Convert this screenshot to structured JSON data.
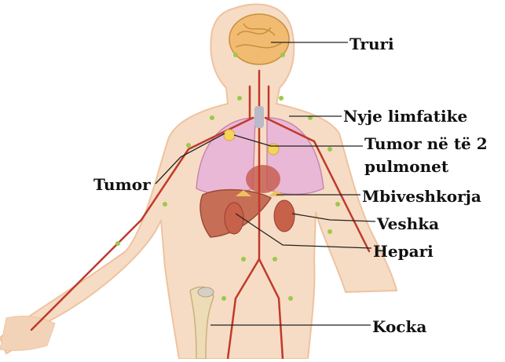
{
  "labels": {
    "brain": "Truri",
    "lymph_node": "Nyje limfatike",
    "lung_tumor_line1": "Tumor në të 2",
    "lung_tumor_line2": "pulmonet",
    "tumor": "Tumor",
    "adrenal": "Mbiveshkorja",
    "kidney": "Veshka",
    "liver": "Hepari",
    "bone": "Kocka"
  },
  "colors": {
    "skin": "#f6dcc4",
    "skin_edge": "#eec3a0",
    "lungs": "#e9b8d6",
    "liver": "#c76f56",
    "kidney": "#c8614a",
    "brain": "#f2bb72",
    "artery": "#c0392b",
    "lymph": "#9bc94a",
    "tumor": "#f4d35e",
    "bone": "#eddcb5",
    "leader": "#222222"
  }
}
